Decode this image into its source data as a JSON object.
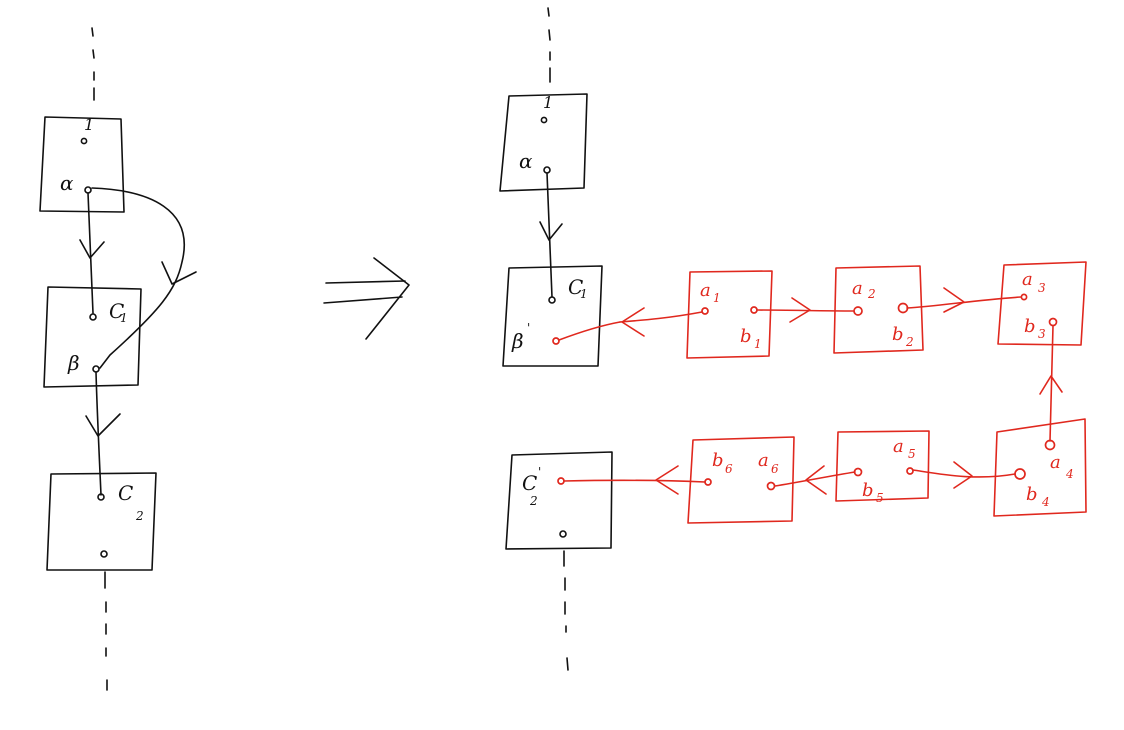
{
  "colors": {
    "ink": "#111111",
    "red": "#e0281e",
    "background": "#ffffff"
  },
  "left_diagram": {
    "top_node": {
      "top_label": "1",
      "port_label": "α"
    },
    "middle_node": {
      "top_label": "C",
      "top_sub": "1",
      "port_label": "β"
    },
    "bottom_node": {
      "top_label": "C",
      "top_sub": "2"
    }
  },
  "right_diagram": {
    "top_node": {
      "top_label": "1",
      "port_label": "α"
    },
    "c1_node": {
      "top_label": "C",
      "top_sub": "1",
      "port_label": "β",
      "port_sup": "'"
    },
    "c2_node": {
      "port_label": "C",
      "port_sup": "'",
      "port_sub": "2"
    },
    "red_nodes": [
      {
        "a": "a",
        "a_sub": "1",
        "b": "b",
        "b_sub": "1"
      },
      {
        "a": "a",
        "a_sub": "2",
        "b": "b",
        "b_sub": "2"
      },
      {
        "a": "a",
        "a_sub": "3",
        "b": "b",
        "b_sub": "3"
      },
      {
        "a": "a",
        "a_sub": "4",
        "b": "b",
        "b_sub": "4"
      },
      {
        "a": "a",
        "a_sub": "5",
        "b": "b",
        "b_sub": "5"
      },
      {
        "a": "a",
        "a_sub": "6",
        "b": "b",
        "b_sub": "6"
      }
    ]
  }
}
